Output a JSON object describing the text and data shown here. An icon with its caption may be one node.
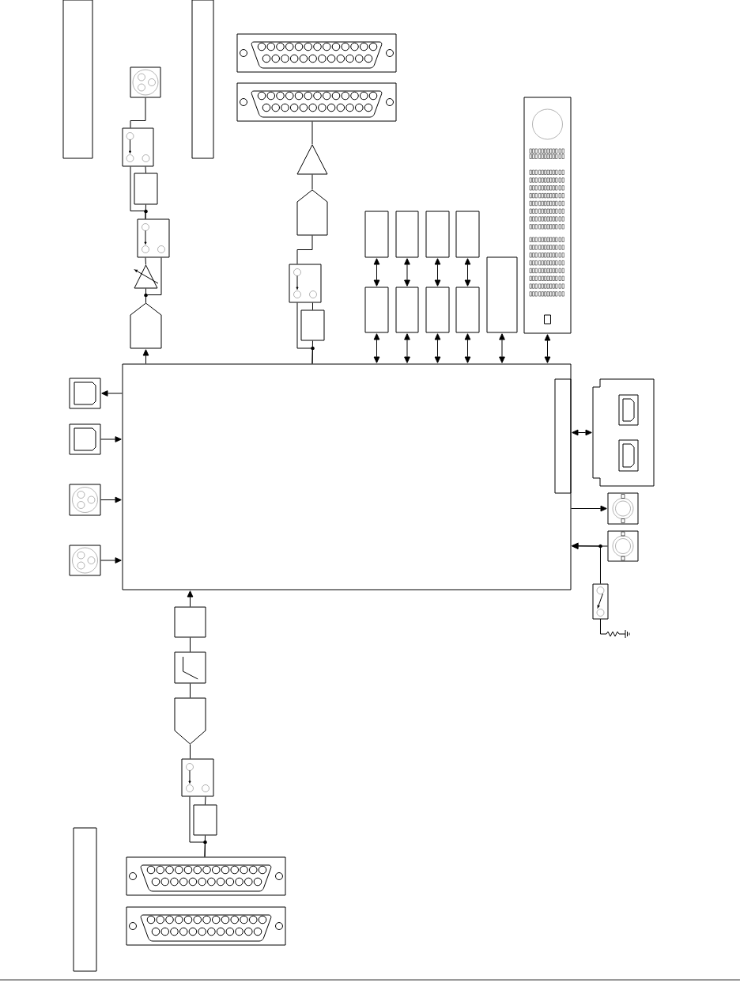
{
  "diagram": {
    "nodes": [
      {
        "text": [],
        "shape": "box"
      },
      {
        "text": [],
        "shape": "box"
      },
      {
        "text": [],
        "shape": "connector"
      },
      {
        "text": [],
        "shape": "connector"
      },
      {
        "text": [],
        "shape": "connector"
      },
      {
        "text": [],
        "shape": "panel"
      },
      {
        "text": [],
        "shape": "switch"
      },
      {
        "text": [],
        "shape": "triangle"
      },
      {
        "text": [],
        "shape": "box"
      },
      {
        "text": [],
        "shape": "pentagon"
      },
      {
        "text": [],
        "shape": "box"
      },
      {
        "text": [],
        "shape": "box"
      },
      {
        "text": [],
        "shape": "box"
      },
      {
        "text": [],
        "shape": "box"
      },
      {
        "text": [],
        "shape": "switch"
      },
      {
        "text": [],
        "shape": "switch"
      },
      {
        "text": [],
        "shape": "triangle"
      },
      {
        "text": [],
        "shape": "box"
      },
      {
        "text": [],
        "shape": "box"
      },
      {
        "text": [],
        "shape": "box"
      },
      {
        "text": [],
        "shape": "box"
      },
      {
        "text": [],
        "shape": "box"
      },
      {
        "text": [],
        "shape": "box"
      },
      {
        "text": [],
        "shape": "pentagon"
      },
      {
        "text": [],
        "shape": "box"
      },
      {
        "text": [],
        "shape": "box",
        "in": 24
      },
      {
        "text": [],
        "shape": "connector"
      },
      {
        "text": [],
        "shape": "connector"
      },
      {
        "text": [],
        "shape": "connector"
      },
      {
        "text": [],
        "shape": "connector"
      },
      {
        "text": [],
        "shape": "panel"
      },
      {
        "text": [],
        "shape": "connector",
        "in": 30
      },
      {
        "text": [],
        "shape": "connector",
        "in": 30
      },
      {
        "text": [],
        "shape": "connector"
      },
      {
        "text": [],
        "shape": "connector"
      },
      {
        "text": [],
        "shape": "switch"
      },
      {
        "text": [],
        "shape": "box"
      },
      {
        "text": [],
        "shape": "box"
      },
      {
        "text": [],
        "shape": "pentagon"
      },
      {
        "text": [],
        "shape": "switch"
      },
      {
        "text": [],
        "shape": "box"
      },
      {
        "text": [],
        "shape": "box"
      },
      {
        "text": [],
        "shape": "connector"
      },
      {
        "text": [],
        "shape": "connector"
      }
    ],
    "edges": [
      {
        "from": 3,
        "to": 6,
        "arrow": "none"
      },
      {
        "from": 6,
        "to": 8,
        "arrow": "none"
      },
      {
        "from": 6,
        "to": 14,
        "arrow": "none"
      },
      {
        "from": 8,
        "to": 14,
        "arrow": "none"
      },
      {
        "from": 14,
        "to": 16,
        "arrow": "none"
      },
      {
        "from": 14,
        "to": 23,
        "arrow": "none"
      },
      {
        "from": 16,
        "to": 23,
        "arrow": "none"
      },
      {
        "from": 24,
        "to": 23,
        "arrow": "to"
      },
      {
        "from": 4,
        "to": 7,
        "arrow": "none"
      },
      {
        "from": 7,
        "to": 9,
        "arrow": "none"
      },
      {
        "from": 9,
        "to": 15,
        "arrow": "none"
      },
      {
        "from": 15,
        "to": 22,
        "arrow": "none"
      },
      {
        "from": 15,
        "to": 24,
        "arrow": "none"
      },
      {
        "from": 22,
        "to": 24,
        "arrow": "none"
      },
      {
        "from": 10,
        "to": 18,
        "arrow": "both"
      },
      {
        "from": 11,
        "to": 19,
        "arrow": "both"
      },
      {
        "from": 12,
        "to": 20,
        "arrow": "both"
      },
      {
        "from": 13,
        "to": 21,
        "arrow": "both"
      },
      {
        "from": 18,
        "to": 24,
        "arrow": "both"
      },
      {
        "from": 19,
        "to": 24,
        "arrow": "both"
      },
      {
        "from": 20,
        "to": 24,
        "arrow": "both"
      },
      {
        "from": 21,
        "to": 24,
        "arrow": "both"
      },
      {
        "from": 17,
        "to": 24,
        "arrow": "both"
      },
      {
        "from": 5,
        "to": 24,
        "arrow": "both"
      },
      {
        "from": 24,
        "to": 26,
        "arrow": "to"
      },
      {
        "from": 27,
        "to": 24,
        "arrow": "to"
      },
      {
        "from": 28,
        "to": 24,
        "arrow": "to"
      },
      {
        "from": 29,
        "to": 24,
        "arrow": "to"
      },
      {
        "from": 25,
        "to": 30,
        "arrow": "both"
      },
      {
        "from": 24,
        "to": 33,
        "arrow": "to"
      },
      {
        "from": 34,
        "to": 24,
        "arrow": "to"
      },
      {
        "from": 35,
        "to": 24,
        "arrow": "to"
      },
      {
        "from": 36,
        "to": 24,
        "arrow": "to"
      },
      {
        "from": 37,
        "to": 36,
        "arrow": "none"
      },
      {
        "from": 38,
        "to": 37,
        "arrow": "none"
      },
      {
        "from": 39,
        "to": 38,
        "arrow": "none"
      },
      {
        "from": 39,
        "to": 40,
        "arrow": "none"
      },
      {
        "from": 39,
        "to": 42,
        "arrow": "none"
      },
      {
        "from": 40,
        "to": 42,
        "arrow": "none"
      }
    ]
  }
}
